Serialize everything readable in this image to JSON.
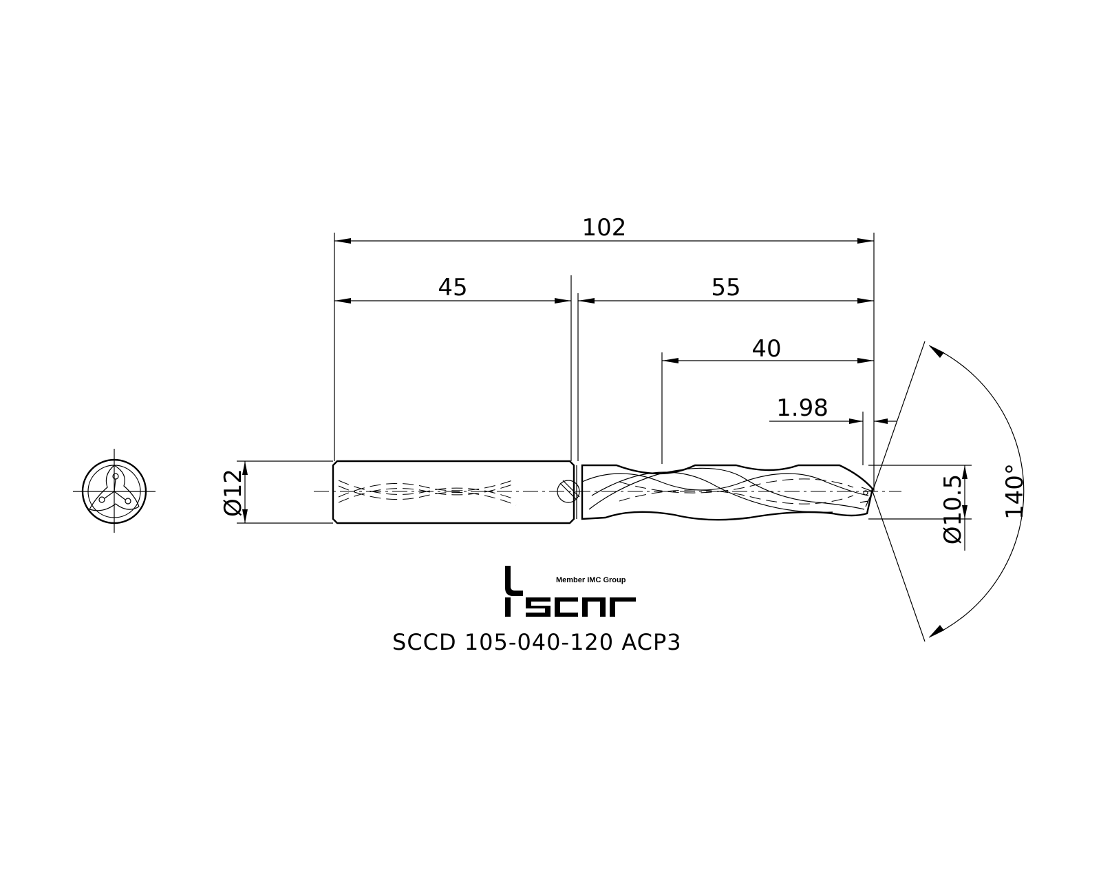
{
  "dimensions": {
    "overall_length": "102",
    "shank_length": "45",
    "body_length": "55",
    "flute_length": "40",
    "tip_length": "1.98",
    "shank_diameter": "Ø12",
    "drill_diameter": "Ø10.5",
    "point_angle": "140°"
  },
  "logo": {
    "brand_mark": "iscar",
    "tagline": "Member IMC Group"
  },
  "part_number": "SCCD 105-040-120 ACP3"
}
